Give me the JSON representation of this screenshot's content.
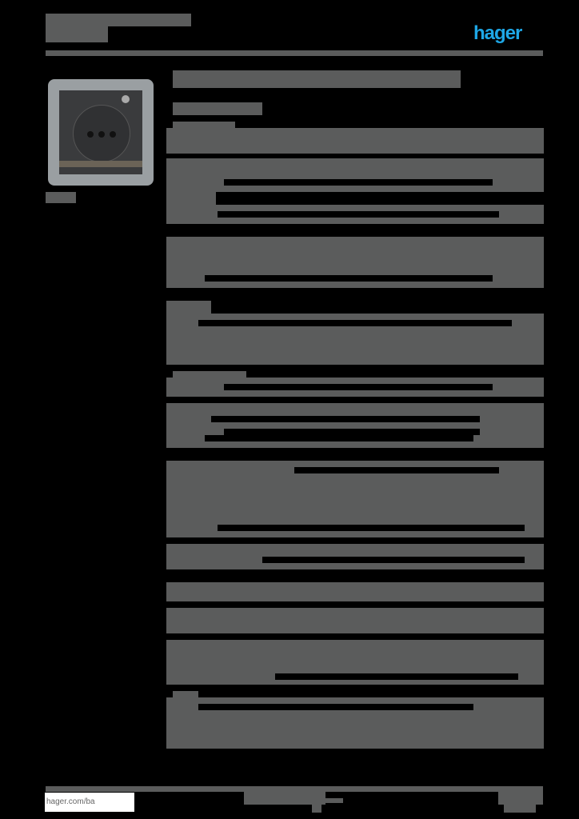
{
  "header": {
    "title": "",
    "brand": "hager",
    "brand_color": "#1ea7e6"
  },
  "product": {
    "image": "socket-outlet-anthracite",
    "caption": ""
  },
  "main": {
    "heading": "",
    "subheading": "",
    "sections": [
      {
        "label": "",
        "rows": 3
      },
      {
        "label": "",
        "rows": 3
      },
      {
        "label": "",
        "rows": 2
      },
      {
        "label": "",
        "rows": 5
      },
      {
        "label": "",
        "rows": 5
      },
      {
        "label": "",
        "rows": 2
      },
      {
        "label": "",
        "rows": 3
      },
      {
        "label": "",
        "rows": 7
      },
      {
        "label": "",
        "rows": 2
      },
      {
        "label": "",
        "rows": 2
      },
      {
        "label": "",
        "rows": 2
      },
      {
        "label": "",
        "rows": 4
      },
      {
        "label": "",
        "rows": 5
      }
    ]
  },
  "footer": {
    "link": "hager.com/ba",
    "center": "",
    "page": ""
  },
  "redaction_color": "#5b5c5c"
}
